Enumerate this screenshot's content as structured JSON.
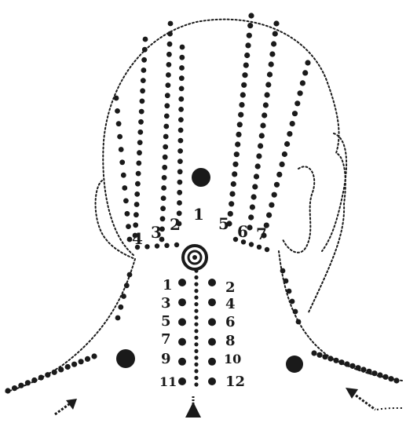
{
  "head_labels": [
    "1",
    "2",
    "3",
    "4",
    "5",
    "6",
    "7"
  ],
  "neck_labels": [
    "1",
    "2",
    "3",
    "4",
    "5",
    "6",
    "7",
    "8",
    "9",
    "10",
    "11",
    "12"
  ],
  "colors": {
    "ink": "#1a1a1a",
    "background": "#ffffff"
  },
  "icons": [
    "arrow-up-icon",
    "arrow-left-down-icon",
    "arrow-right-up-icon",
    "spiral-center-icon"
  ]
}
